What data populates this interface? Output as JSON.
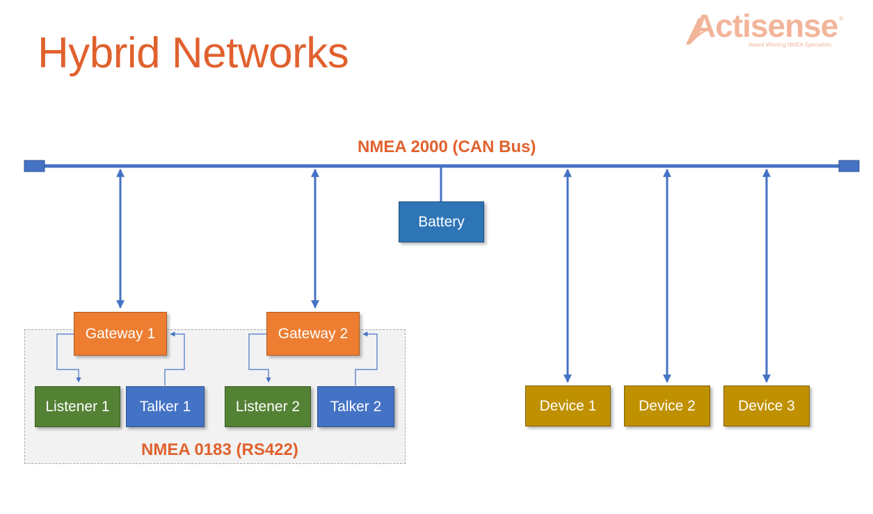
{
  "title": "Hybrid Networks",
  "logo": {
    "wordmark": "Actisense",
    "tagline": "Award Winning NMEA Specialists",
    "registered": "®"
  },
  "colors": {
    "title": "#e0612e",
    "bus_line": "#4472c4",
    "battery": "#2e75b6",
    "gateway": "#ed7d31",
    "listener": "#548235",
    "talker": "#4472c4",
    "device": "#bf9000",
    "region_fill": "#f2f2f2",
    "logo": "#f2b59a"
  },
  "bus": {
    "label": "NMEA 2000 (CAN Bus)"
  },
  "region": {
    "label": "NMEA 0183 (RS422)"
  },
  "nodes": {
    "battery": "Battery",
    "gateway1": "Gateway 1",
    "gateway2": "Gateway 2",
    "listener1": "Listener 1",
    "talker1": "Talker 1",
    "listener2": "Listener 2",
    "talker2": "Talker 2",
    "device1": "Device 1",
    "device2": "Device 2",
    "device3": "Device 3"
  }
}
